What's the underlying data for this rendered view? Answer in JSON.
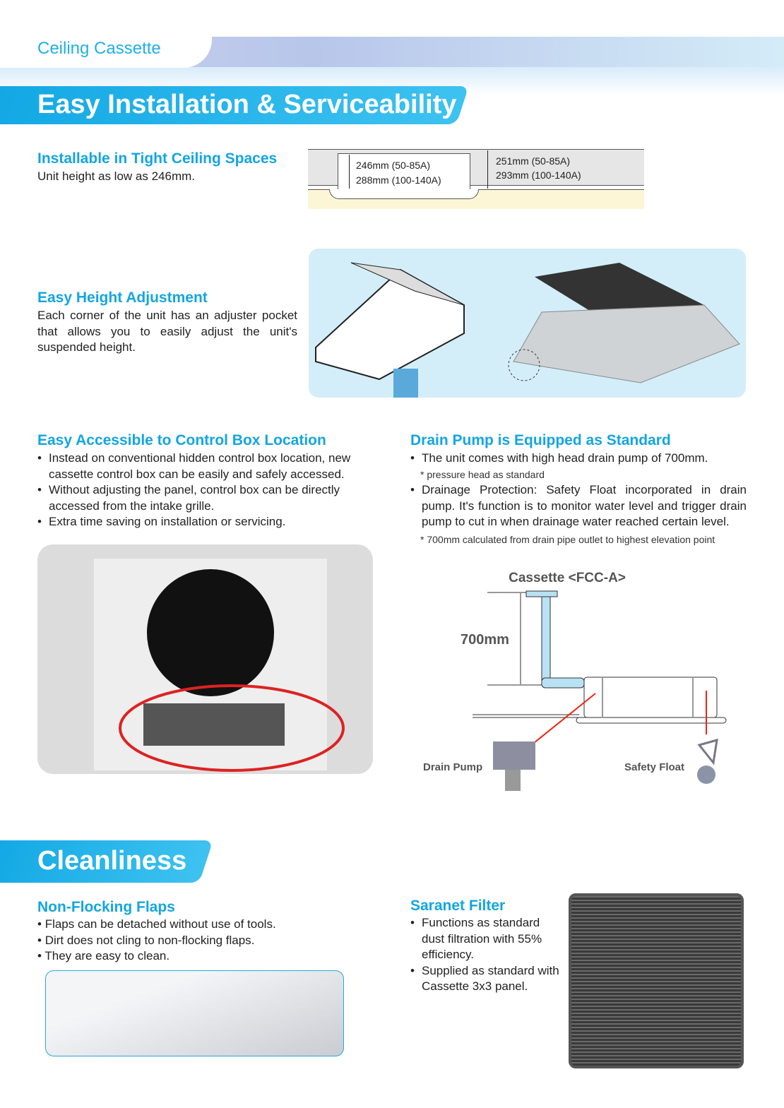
{
  "header": {
    "category": "Ceiling Cassette",
    "section1_title": "Easy Installation & Serviceability",
    "section2_title": "Cleanliness"
  },
  "tight": {
    "title": "Installable in Tight Ceiling Spaces",
    "text": "Unit height as low as 246mm.",
    "dim_a1": "246mm (50-85A)",
    "dim_a2": "288mm (100-140A)",
    "dim_b1": "251mm (50-85A)",
    "dim_b2": "293mm (100-140A)"
  },
  "height": {
    "title": "Easy Height Adjustment",
    "text": "Each corner of the unit has an adjuster pocket that allows you to easily adjust the unit's suspended height."
  },
  "control": {
    "title": "Easy Accessible  to Control Box Location",
    "bullets": [
      "Instead on conventional hidden control box location, new cassette control box can be easily and safely accessed.",
      "Without adjusting the panel, control box can be directly accessed from the intake grille.",
      "Extra time saving on installation or servicing."
    ]
  },
  "drain": {
    "title": "Drain Pump is Equipped  as Standard",
    "bullet1": "The unit comes with high head drain pump of 700mm.",
    "note1": "* pressure head as standard",
    "bullet2": "Drainage Protection: Safety Float incorporated in drain pump. It's function is to monitor water level and trigger drain pump to cut in when drainage water reached certain level.",
    "note2": "* 700mm calculated from drain pipe outlet to highest elevation point",
    "diagram_title": "Cassette <FCC-A>",
    "height_label": "700mm",
    "pump_label": "Drain Pump",
    "float_label": "Safety Float"
  },
  "flaps": {
    "title": "Non-Flocking Flaps",
    "bullets": [
      "Flaps can be detached without use of tools.",
      "Dirt does not cling to non-flocking flaps.",
      "They are easy to clean."
    ]
  },
  "filter": {
    "title": "Saranet Filter",
    "bullets": [
      "Functions as standard dust filtration with 55% efficiency.",
      "Supplied as standard with Cassette 3x3 panel."
    ]
  },
  "colors": {
    "accent": "#13a6e0"
  }
}
